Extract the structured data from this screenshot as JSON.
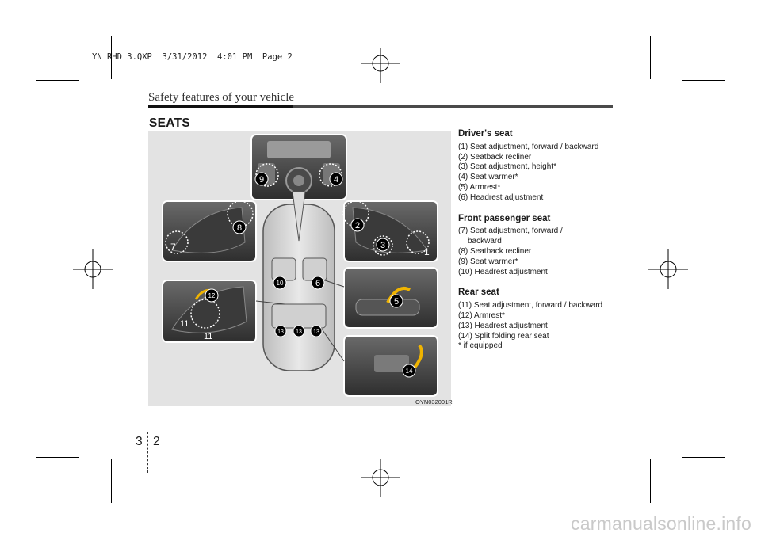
{
  "print_header": "YN RHD 3.QXP  3/31/2012  4:01 PM  Page 2",
  "section_title": "Safety features of your vehicle",
  "heading": "SEATS",
  "figure": {
    "code": "OYN032001R",
    "callouts": [
      "1",
      "2",
      "3",
      "4",
      "5",
      "6",
      "7",
      "8",
      "9",
      "10",
      "11",
      "12",
      "13",
      "14"
    ]
  },
  "drivers_seat": {
    "title": "Driver's seat",
    "items": [
      "(1) Seat adjustment, forward / backward",
      "(2) Seatback recliner",
      "(3) Seat adjustment, height*",
      "(4) Seat warmer*",
      "(5) Armrest*",
      "(6) Headrest adjustment"
    ]
  },
  "passenger_seat": {
    "title": "Front passenger seat",
    "items": [
      "(7) Seat adjustment, forward / backward",
      "(8) Seatback recliner",
      "(9) Seat warmer*",
      "(10) Headrest adjustment"
    ]
  },
  "rear_seat": {
    "title": "Rear seat",
    "items": [
      "(11) Seat adjustment, forward / backward",
      "(12) Armrest*",
      "(13) Headrest adjustment",
      "(14) Split folding rear seat"
    ],
    "note": "* if equipped"
  },
  "page": {
    "chapter": "3",
    "number": "2"
  },
  "watermark": "carmanualsonline.info"
}
